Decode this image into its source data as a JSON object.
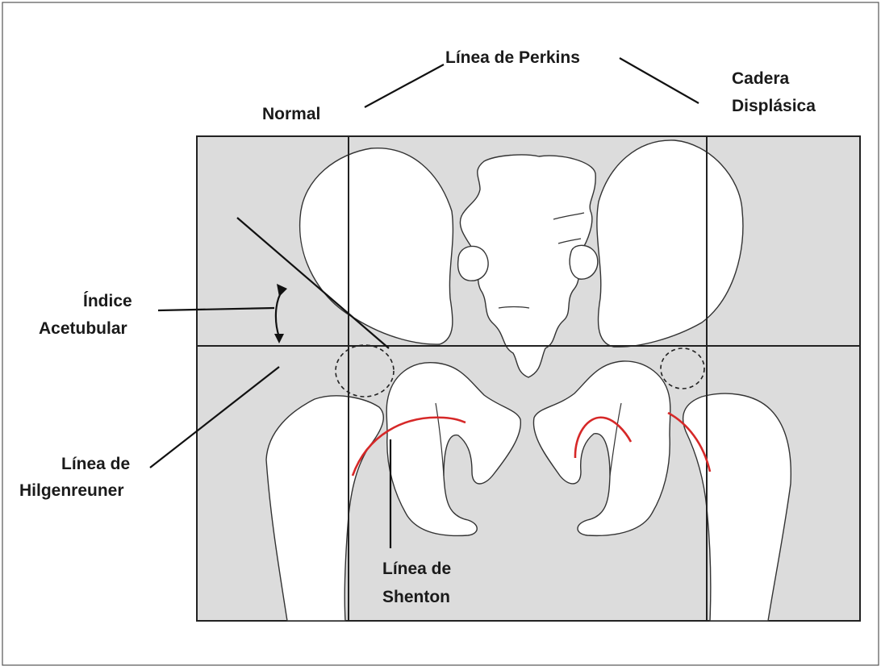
{
  "labels": {
    "perkins": "Línea de Perkins",
    "normal": "Normal",
    "dysplastic_line1": "Cadera",
    "dysplastic_line2": "Displásica",
    "acetabular_line1": "Índice",
    "acetabular_line2": "Acetubular",
    "hilgenreiner_line1": "Línea de",
    "hilgenreiner_line2": "Hilgenreuner",
    "shenton_line1": "Línea de",
    "shenton_line2": "Shenton"
  },
  "colors": {
    "panel_background": "#dcdcdc",
    "shenton_curve": "#d62828",
    "outline": "#222222"
  }
}
